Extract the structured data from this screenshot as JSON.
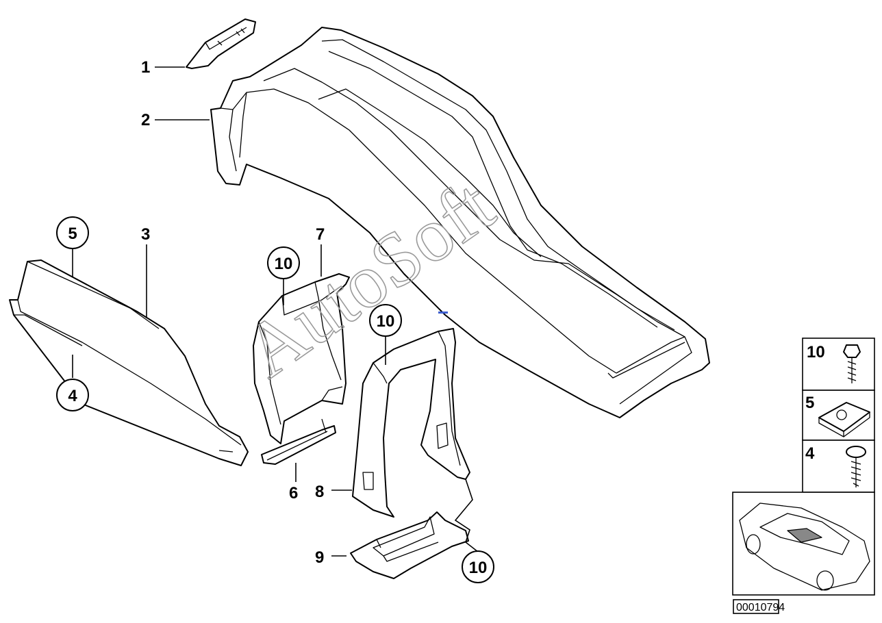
{
  "callouts": {
    "c1": "1",
    "c2": "2",
    "c3": "3",
    "c4": "4",
    "c5": "5",
    "c6": "6",
    "c7": "7",
    "c8": "8",
    "c9": "9",
    "c10a": "10",
    "c10b": "10",
    "c10c": "10"
  },
  "legend": {
    "item10": "10",
    "item5": "5",
    "item4": "4"
  },
  "watermark": "AutoSoft",
  "reference_number": "00010794"
}
